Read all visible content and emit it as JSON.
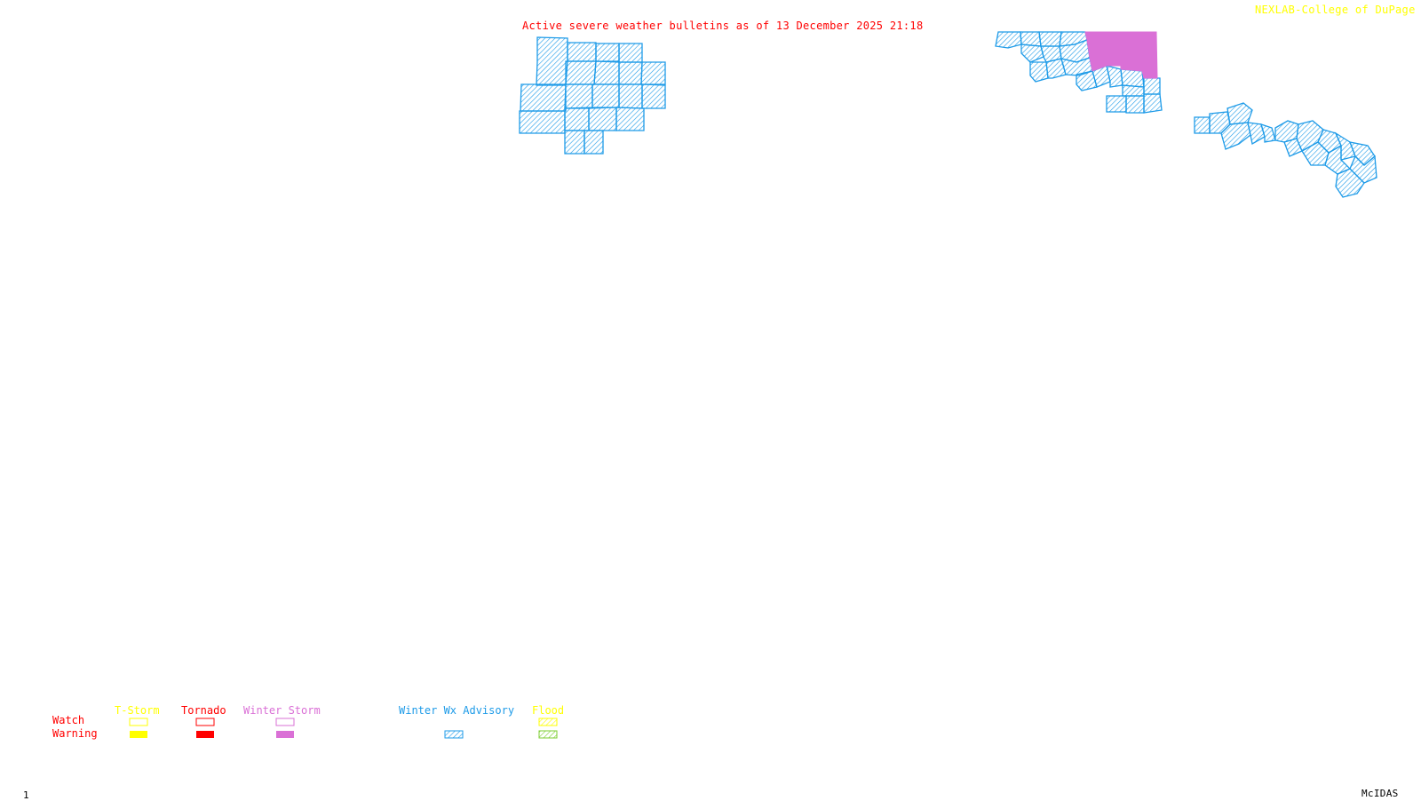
{
  "header": {
    "title": "Active severe weather bulletins as of 13 December 2025 21:18",
    "credit": "NEXLAB-College of DuPage"
  },
  "footer": {
    "frame_number": "1",
    "software": "McIDAS"
  },
  "colors": {
    "title": "#ff0000",
    "credit": "#ffff00",
    "tstorm": "#ffff00",
    "tornado": "#ff0000",
    "winter_storm": "#da70d6",
    "winter_wx_advisory": "#1e9be8",
    "flood_watch": "#ffff00",
    "flood_warning": "#7ccd32",
    "background": "#ffffff"
  },
  "legend": {
    "rows": [
      "Watch",
      "Warning"
    ],
    "categories": [
      {
        "label": "T-Storm",
        "watch": "outline",
        "warning": "solid"
      },
      {
        "label": "Tornado",
        "watch": "outline",
        "warning": "solid"
      },
      {
        "label": "Winter Storm",
        "watch": "outline",
        "warning": "solid"
      },
      {
        "label": "Winter Wx Advisory",
        "watch": "none",
        "warning": "hatched"
      },
      {
        "label": "Flood",
        "watch": "hatched",
        "warning": "hatched"
      }
    ]
  },
  "map": {
    "active_areas": [
      {
        "type": "Winter Wx Advisory",
        "region": "central cluster (county grid)"
      },
      {
        "type": "Winter Wx Advisory",
        "region": "northeast band"
      },
      {
        "type": "Winter Storm Warning",
        "region": "northeast block"
      },
      {
        "type": "Winter Wx Advisory",
        "region": "eastern band"
      }
    ]
  }
}
